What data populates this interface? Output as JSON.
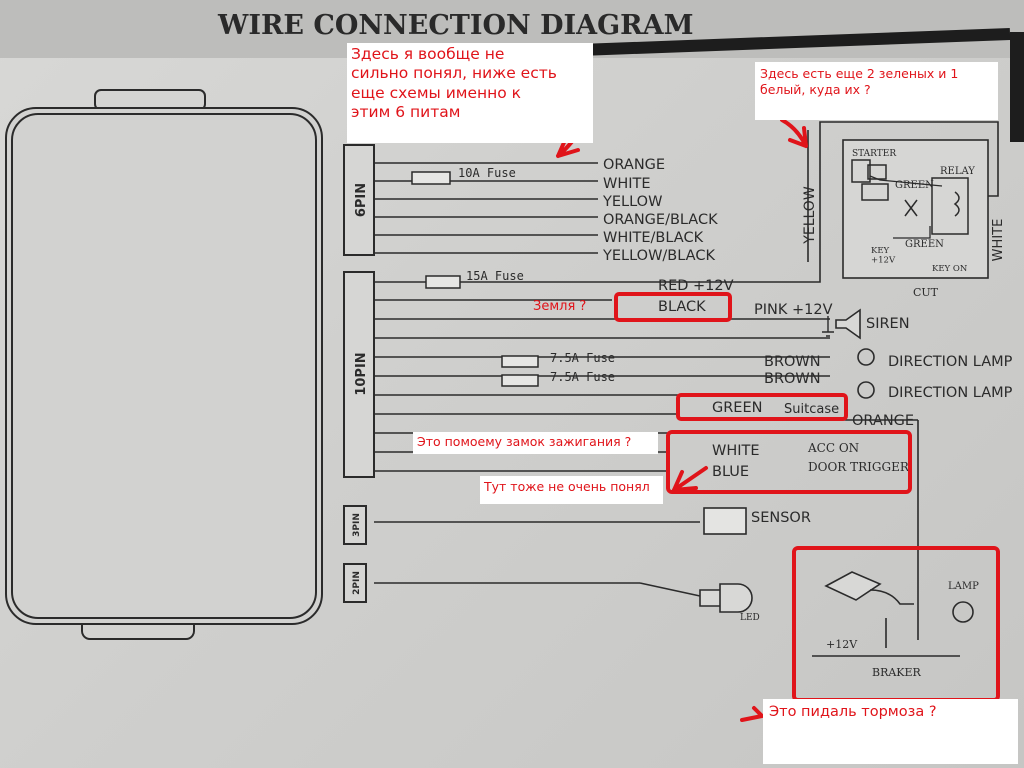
{
  "title": "WIRE CONNECTION DIAGRAM",
  "connectors": {
    "pin6": "6PIN",
    "pin10": "10PIN",
    "pin3": "3PIN",
    "pin2": "2PIN"
  },
  "fuses": {
    "fuse10": "10A Fuse",
    "fuse15": "15A Fuse",
    "fuse75a": "7.5A Fuse",
    "fuse75b": "7.5A Fuse"
  },
  "wires6": [
    "ORANGE",
    "WHITE",
    "YELLOW",
    "ORANGE/BLACK",
    "WHITE/BLACK",
    "YELLOW/BLACK"
  ],
  "wires10": {
    "red": "RED +12V",
    "black": "BLACK",
    "pink": "PINK +12V",
    "brown1": "BROWN",
    "brown2": "BROWN",
    "green": "GREEN",
    "orange": "ORANGE",
    "white": "WHITE",
    "blue": "BLUE"
  },
  "functions": {
    "acc": "ACC ON",
    "door": "DOOR TRIGGER"
  },
  "devices": {
    "siren": "SIREN",
    "lamp1": "DIRECTION LAMP",
    "lamp2": "DIRECTION LAMP",
    "sensor": "SENSOR",
    "led": "LED",
    "yellow_vertical": "YELLOW",
    "white_vertical": "WHITE"
  },
  "cut_box": {
    "starter": "STARTER",
    "relay": "RELAY",
    "green1": "GREEN",
    "green2": "GREEN",
    "key12": "KEY\n+12V",
    "keyon": "KEY ON",
    "cut": "CUT"
  },
  "brake_box": {
    "v12": "+12V",
    "lamp": "LAMP",
    "braker": "BRAKER"
  },
  "annotations": {
    "top_note": "Здесь я вообще не\nсильно понял, ниже есть\nеще схемы именно к\nэтим 6 питам",
    "right_note": "Здесь есть еще  2 зеленых и 1\nбелый, куда их ?",
    "ground_note": "Земля ?",
    "suitcase": "Suitcase",
    "ignition_note": "Это помоему замок зажигания ?",
    "unclear_note": "Тут тоже не очень понял",
    "brake_note": "Это пидаль тормоза ?"
  },
  "colors": {
    "ink": "#2b2b2b",
    "marker": "#e0141a",
    "paper": "#cfcfcd"
  }
}
